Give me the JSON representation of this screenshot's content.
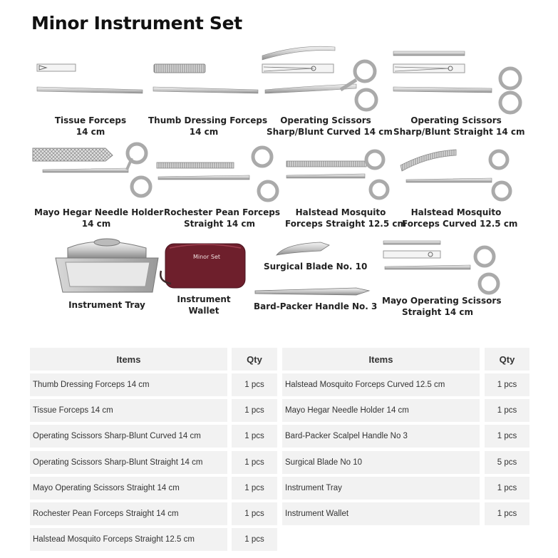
{
  "title": "Minor Instrument Set",
  "instruments": [
    {
      "name": "tissue-forceps",
      "line1": "Tissue Forceps",
      "line2": "14 cm"
    },
    {
      "name": "thumb-dressing-forceps",
      "line1": "Thumb Dressing Forceps",
      "line2": "14 cm"
    },
    {
      "name": "operating-scissors-curved",
      "line1": "Operating Scissors",
      "line2": "Sharp/Blunt Curved 14 cm"
    },
    {
      "name": "operating-scissors-straight",
      "line1": "Operating Scissors",
      "line2": "Sharp/Blunt Straight 14 cm"
    },
    {
      "name": "mayo-hegar-needle-holder",
      "line1": "Mayo Hegar Needle Holder",
      "line2": "14 cm"
    },
    {
      "name": "rochester-pean-forceps",
      "line1": "Rochester Pean Forceps",
      "line2": "Straight 14 cm"
    },
    {
      "name": "halstead-mosquito-straight",
      "line1": "Halstead Mosquito",
      "line2": "Forceps Straight 12.5 cm"
    },
    {
      "name": "halstead-mosquito-curved",
      "line1": "Halstead Mosquito",
      "line2": "Forceps Curved 12.5 cm"
    },
    {
      "name": "instrument-tray",
      "line1": "Instrument Tray",
      "line2": ""
    },
    {
      "name": "instrument-wallet",
      "line1": "Instrument",
      "line2": "Wallet"
    },
    {
      "name": "surgical-blade",
      "line1": "Surgical Blade No. 10",
      "line2": ""
    },
    {
      "name": "bard-packer-handle",
      "line1": "Bard-Packer Handle No. 3",
      "line2": ""
    },
    {
      "name": "mayo-operating-scissors",
      "line1": "Mayo Operating Scissors",
      "line2": "Straight 14 cm"
    }
  ],
  "wallet_print": {
    "line1": "Minor Set"
  },
  "table": {
    "headers": {
      "items": "Items",
      "qty": "Qty"
    },
    "left": [
      {
        "item": "Thumb Dressing Forceps 14 cm",
        "qty": "1 pcs"
      },
      {
        "item": "Tissue Forceps 14 cm",
        "qty": "1 pcs"
      },
      {
        "item": "Operating Scissors Sharp-Blunt Curved 14 cm",
        "qty": "1 pcs"
      },
      {
        "item": "Operating Scissors Sharp-Blunt Straight 14 cm",
        "qty": "1 pcs"
      },
      {
        "item": "Mayo Operating Scissors Straight 14 cm",
        "qty": "1 pcs"
      },
      {
        "item": "Rochester Pean Forceps Straight 14 cm",
        "qty": "1 pcs"
      },
      {
        "item": "Halstead Mosquito Forceps Straight 12.5 cm",
        "qty": "1 pcs"
      }
    ],
    "right": [
      {
        "item": "Halstead Mosquito Forceps Curved 12.5 cm",
        "qty": "1 pcs"
      },
      {
        "item": "Mayo Hegar Needle Holder 14 cm",
        "qty": "1 pcs"
      },
      {
        "item": "Bard-Packer Scalpel Handle No 3",
        "qty": "1 pcs"
      },
      {
        "item": "Surgical Blade No 10",
        "qty": "5 pcs"
      },
      {
        "item": "Instrument Tray",
        "qty": "1 pcs"
      },
      {
        "item": "Instrument Wallet",
        "qty": "1 pcs"
      }
    ]
  }
}
